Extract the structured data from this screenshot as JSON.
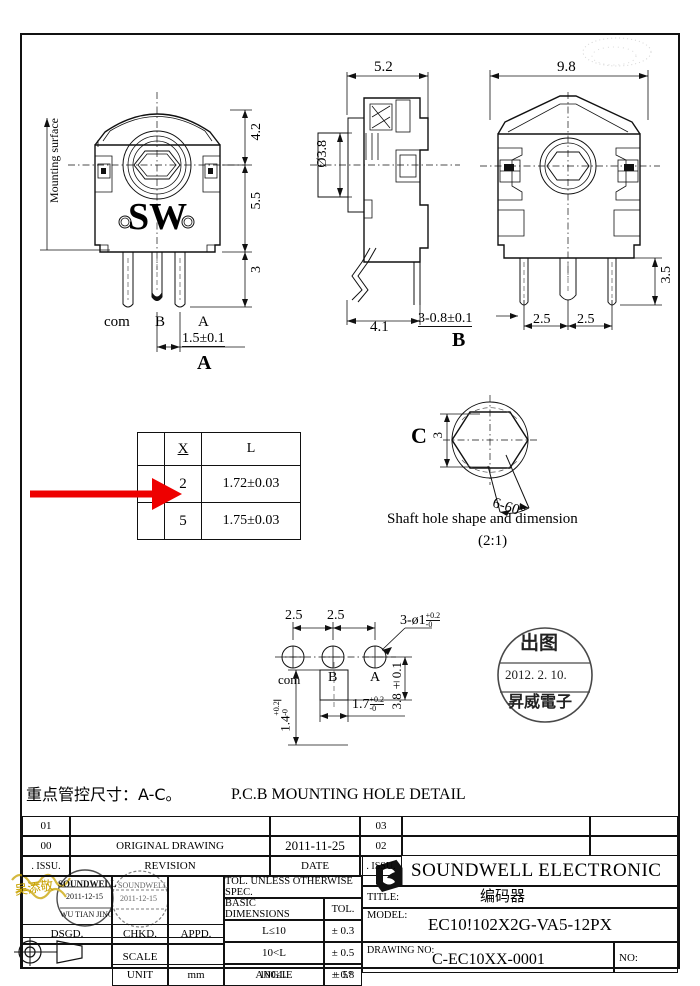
{
  "drawing": {
    "title_cn": "编码器",
    "note_cn": "重点管控尺寸：A-C。",
    "pcb_caption": "P.C.B MOUNTING HOLE DETAIL",
    "shaft_caption_1": "Shaft hole shape and dimension",
    "shaft_caption_2": "(2:1)"
  },
  "view_front": {
    "mounting_surface": "Mounting surface",
    "body_label": "SW",
    "pin_com": "com",
    "pin_b": "B",
    "pin_a": "A",
    "dim_42": "4.2",
    "dim_55": "5.5",
    "dim_3": "3",
    "dim_pitch": "1.5±0.1",
    "section_label": "A"
  },
  "view_side": {
    "dim_52": "5.2",
    "dim_d38": "Ø3.8",
    "dim_41": "4.1",
    "dim_pins": "3-0.8±0.1",
    "section_label": "B"
  },
  "view_top": {
    "dim_98": "9.8",
    "dim_35": "3.5",
    "dim_25_left": "2.5",
    "dim_25_right": "2.5"
  },
  "shaft_detail": {
    "marker": "C",
    "dim_3": "3",
    "angle": "6-60°"
  },
  "xl_table": {
    "headers": [
      "",
      "X",
      "L"
    ],
    "rows": [
      {
        "mark": "",
        "x": "2",
        "l": "1.72±0.03"
      },
      {
        "mark": "",
        "x": "5",
        "l": "1.75±0.03"
      }
    ],
    "arrow_row_index": 0,
    "arrow_color": "#ee0000"
  },
  "pcb_detail": {
    "dim_25_left": "2.5",
    "dim_25_right": "2.5",
    "hole_note": "3-ø1",
    "hole_tol_up": "+0.2",
    "hole_tol_dn": "-0",
    "label_com": "com",
    "label_b": "B",
    "label_a": "A",
    "dim_38": "3.8",
    "dim_38_tol": "±0.1",
    "dim_17": "1.7",
    "dim_17_tol_up": "+0.2",
    "dim_17_tol_dn": "-0",
    "dim_14": "1.4",
    "dim_14_tol_up": "+0.2",
    "dim_14_tol_dn": "-0"
  },
  "issue_stamp": {
    "line1": "出图",
    "line2": "2012. 2. 10.",
    "line3": "昇威電子"
  },
  "revision_table": {
    "rows": [
      {
        "issu": "01",
        "revision": "",
        "date": "",
        "issu2": "03",
        "extra": ""
      },
      {
        "issu": "00",
        "revision": "ORIGINAL  DRAWING",
        "date": "2011-11-25",
        "issu2": "02",
        "extra": ""
      },
      {
        "issu": ". ISSU.",
        "revision": "REVISION",
        "date": "DATE",
        "issu2": ". ISSU.",
        "extra": ""
      }
    ]
  },
  "approval": {
    "dsgd": "DSGD.",
    "chkd": "CHKD.",
    "appd": "APPD.",
    "scale": "SCALE",
    "unit": "UNIT",
    "unit_value": "mm",
    "stamp_chkd_l1": "SOUNDWELL",
    "stamp_chkd_l2": "2011-12-15",
    "stamp_chkd_l3": "WU TIAN JING",
    "stamp_appd_l1": "SOUNDWELL",
    "stamp_appd_l2": "2011-12-15",
    "signature": "吴添敬"
  },
  "tolerance_table": {
    "header": "TOL. UNLESS  OTHERWISE  SPEC.",
    "col1": "BASIC DIMENSIONS",
    "col2": "TOL.",
    "rows": [
      {
        "dim": "L≤10",
        "tol": "± 0.3"
      },
      {
        "dim": "10<L",
        "tol": "± 0.5"
      },
      {
        "dim": "100≤L",
        "tol": "± 0.8"
      },
      {
        "dim": "ANGLE",
        "tol": "± 5°"
      }
    ]
  },
  "company": {
    "name": "SOUNDWELL   ELECTRONIC",
    "title_label": "TITLE:",
    "title_value": "编码器",
    "model_label": "MODEL:",
    "model_value": "EC10!102X2G-VA5-12PX",
    "drawing_no_label": "DRAWING NO:",
    "drawing_no_value": "C-EC10XX-0001",
    "no_label": "NO:"
  }
}
